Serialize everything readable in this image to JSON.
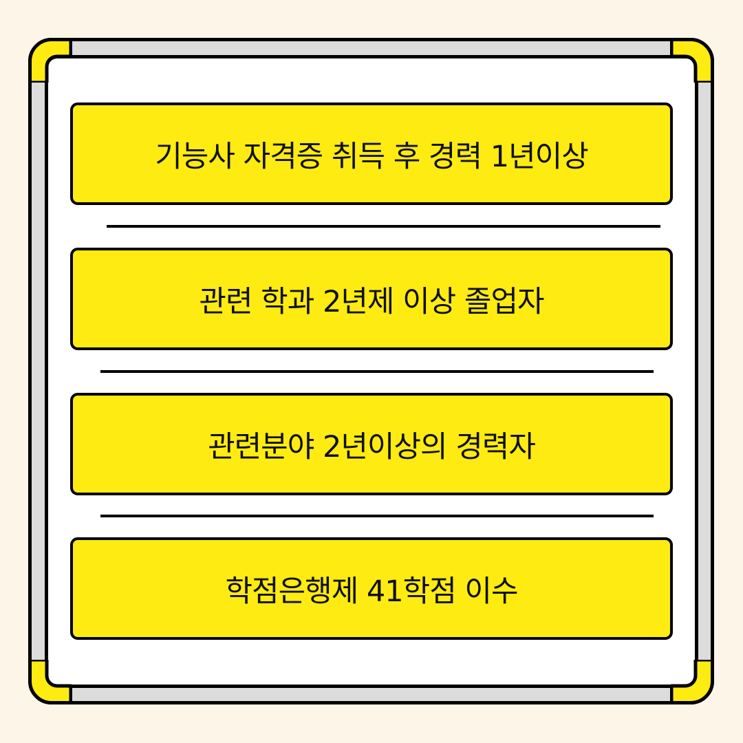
{
  "colors": {
    "background": "#FEF5E9",
    "frame_gray": "#DCDCDC",
    "accent_yellow": "#FDEB12",
    "outline": "#000000",
    "panel": "#FFFFFF"
  },
  "items": [
    {
      "label": "기능사 자격증 취득 후 경력 1년이상"
    },
    {
      "label": "관련 학과 2년제 이상 졸업자"
    },
    {
      "label": "관련분야 2년이상의 경력자"
    },
    {
      "label": "학점은행제 41학점 이수"
    }
  ]
}
